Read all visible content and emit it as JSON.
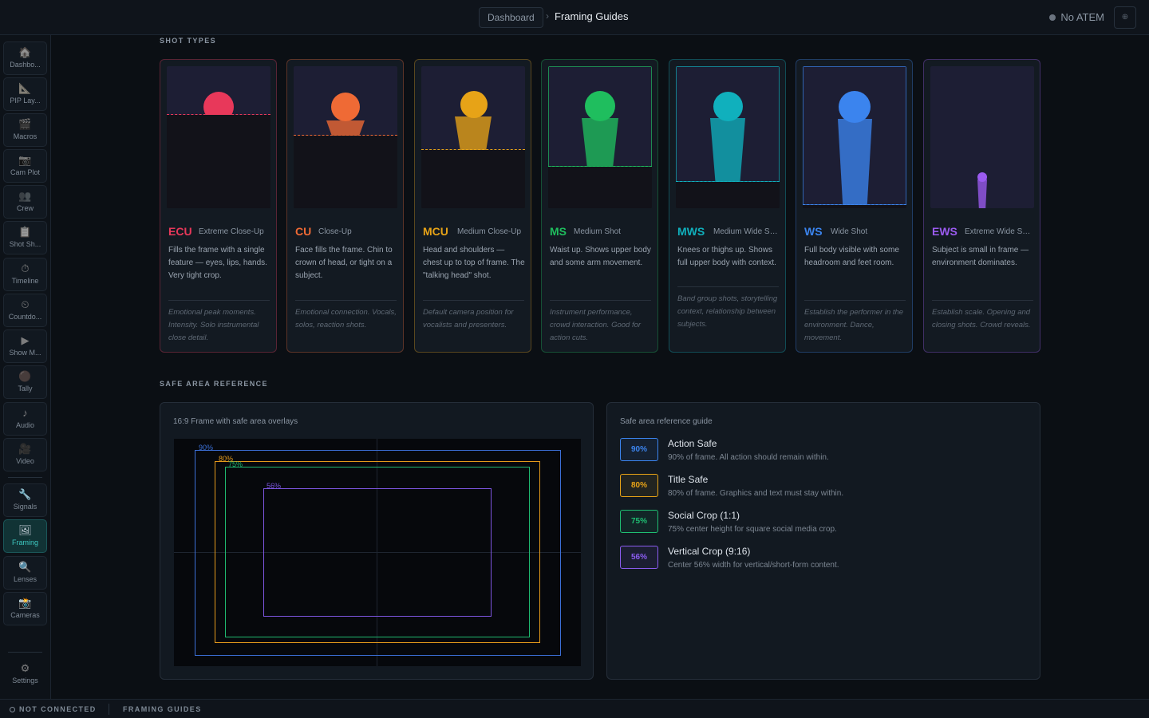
{
  "topbar": {
    "breadcrumb_root": "Dashboard",
    "breadcrumb_sep": "›",
    "breadcrumb_current": "Framing Guides",
    "atem_status": "No ATEM",
    "menu_glyph": "⊕"
  },
  "sidebar": {
    "items": [
      {
        "label": "Dashbo...",
        "icon": "🏠",
        "icon_name": "home-icon"
      },
      {
        "label": "PIP Lay...",
        "icon": "📐",
        "icon_name": "ruler-triangle-icon"
      },
      {
        "label": "Macros",
        "icon": "🎬",
        "icon_name": "clapperboard-icon"
      },
      {
        "label": "Cam Plot",
        "icon": "📷",
        "icon_name": "camera-icon"
      },
      {
        "label": "Crew",
        "icon": "👥",
        "icon_name": "people-icon"
      },
      {
        "label": "Shot Sh...",
        "icon": "📋",
        "icon_name": "clipboard-icon"
      },
      {
        "label": "Timeline",
        "icon": "⏱",
        "icon_name": "stopwatch-icon"
      },
      {
        "label": "Countdo...",
        "icon": "⏲",
        "icon_name": "timer-icon"
      },
      {
        "label": "Show M...",
        "icon": "▶",
        "icon_name": "play-icon"
      },
      {
        "label": "Tally",
        "icon": "🔴",
        "icon_name": "red-circle-icon"
      },
      {
        "label": "Audio",
        "icon": "♪",
        "icon_name": "music-note-icon"
      },
      {
        "label": "Video",
        "icon": "🎥",
        "icon_name": "movie-camera-icon"
      },
      {
        "label": "Signals",
        "icon": "🔧",
        "icon_name": "wrench-icon"
      },
      {
        "label": "Framing",
        "icon": "🖼",
        "icon_name": "framed-picture-icon"
      },
      {
        "label": "Lenses",
        "icon": "🔍",
        "icon_name": "magnifier-icon"
      },
      {
        "label": "Cameras",
        "icon": "📸",
        "icon_name": "camera-flash-icon"
      },
      {
        "label": "Settings",
        "icon": "⚙",
        "icon_name": "gear-icon"
      }
    ],
    "active": "Framing"
  },
  "sections": {
    "shot_types": "SHOT TYPES",
    "safe_area": "SAFE AREA REFERENCE"
  },
  "shots": [
    {
      "abbr": "ECU",
      "name": "Extreme Close-Up",
      "color": "#e8385a",
      "desc": "Fills the frame with a single feature — eyes, lips, hands. Very tight crop.",
      "use": "Emotional peak moments. Intensity. Solo instrumental close detail."
    },
    {
      "abbr": "CU",
      "name": "Close-Up",
      "color": "#ef6a35",
      "desc": "Face fills the frame. Chin to crown of head, or tight on a subject.",
      "use": "Emotional connection. Vocals, solos, reaction shots."
    },
    {
      "abbr": "MCU",
      "name": "Medium Close-Up",
      "color": "#e7a317",
      "desc": "Head and shoulders — chest up to top of frame. The \"talking head\" shot.",
      "use": "Default camera position for vocalists and presenters."
    },
    {
      "abbr": "MS",
      "name": "Medium Shot",
      "color": "#1fbe5e",
      "desc": "Waist up. Shows upper body and some arm movement.",
      "use": "Instrument performance, crowd interaction. Good for action cuts."
    },
    {
      "abbr": "MWS",
      "name": "Medium Wide Shot",
      "color": "#10b0bd",
      "desc": "Knees or thighs up. Shows full upper body with context.",
      "use": "Band group shots, storytelling context, relationship between subjects."
    },
    {
      "abbr": "WS",
      "name": "Wide Shot",
      "color": "#3b84ee",
      "desc": "Full body visible with some headroom and feet room.",
      "use": "Establish the performer in the environment. Dance, movement."
    },
    {
      "abbr": "EWS",
      "name": "Extreme Wide Shot",
      "color": "#9b5bf0",
      "desc": "Subject is small in frame — environment dominates.",
      "use": "Establish scale. Opening and closing shots. Crowd reveals."
    }
  ],
  "safe_panel": {
    "title": "16:9 Frame with safe area overlays",
    "areas": [
      {
        "label": "90%",
        "color": "#3b6fd6"
      },
      {
        "label": "80%",
        "color": "#e49a1b"
      },
      {
        "label": "75%",
        "color": "#1fb870"
      },
      {
        "label": "56%",
        "color": "#7c55e0"
      }
    ]
  },
  "guide_panel": {
    "title": "Safe area reference guide",
    "items": [
      {
        "badge": "90%",
        "name": "Action Safe",
        "desc": "90% of frame. All action should remain within.",
        "color": "#3b84ee"
      },
      {
        "badge": "80%",
        "name": "Title Safe",
        "desc": "80% of frame. Graphics and text must stay within.",
        "color": "#e7a317"
      },
      {
        "badge": "75%",
        "name": "Social Crop (1:1)",
        "desc": "75% center height for square social media crop.",
        "color": "#1fbe72"
      },
      {
        "badge": "56%",
        "name": "Vertical Crop (9:16)",
        "desc": "Center 56% width for vertical/short-form content.",
        "color": "#8b5cf0"
      }
    ]
  },
  "statusbar": {
    "connection": "NOT CONNECTED",
    "page": "FRAMING GUIDES"
  }
}
